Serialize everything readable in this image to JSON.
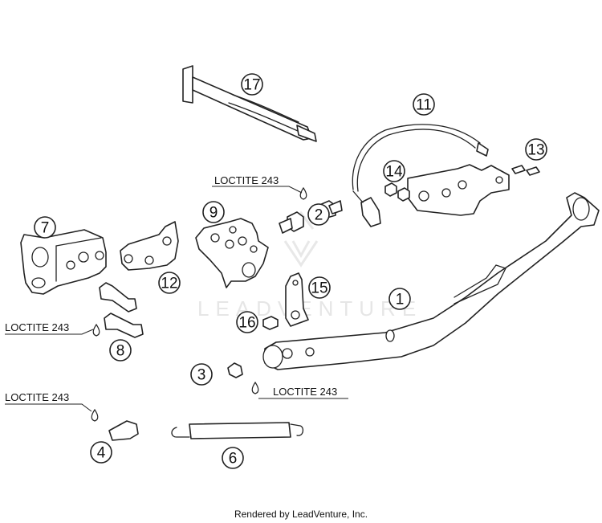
{
  "watermark": {
    "text": "LEADVENTURE"
  },
  "footer": {
    "text": "Rendered by LeadVenture, Inc."
  },
  "callouts": [
    {
      "id": "1",
      "label": "1"
    },
    {
      "id": "2",
      "label": "2"
    },
    {
      "id": "3",
      "label": "3"
    },
    {
      "id": "4",
      "label": "4"
    },
    {
      "id": "6",
      "label": "6"
    },
    {
      "id": "7",
      "label": "7"
    },
    {
      "id": "8",
      "label": "8"
    },
    {
      "id": "9",
      "label": "9"
    },
    {
      "id": "11",
      "label": "11"
    },
    {
      "id": "12",
      "label": "12"
    },
    {
      "id": "13",
      "label": "13"
    },
    {
      "id": "14",
      "label": "14"
    },
    {
      "id": "15",
      "label": "15"
    },
    {
      "id": "16",
      "label": "16"
    },
    {
      "id": "17",
      "label": "17"
    }
  ],
  "notes": [
    {
      "id": "loctite-2",
      "text": "LOCTITE 243"
    },
    {
      "id": "loctite-8",
      "text": "LOCTITE 243"
    },
    {
      "id": "loctite-3",
      "text": "LOCTITE 243"
    },
    {
      "id": "loctite-4",
      "text": "LOCTITE 243"
    }
  ]
}
